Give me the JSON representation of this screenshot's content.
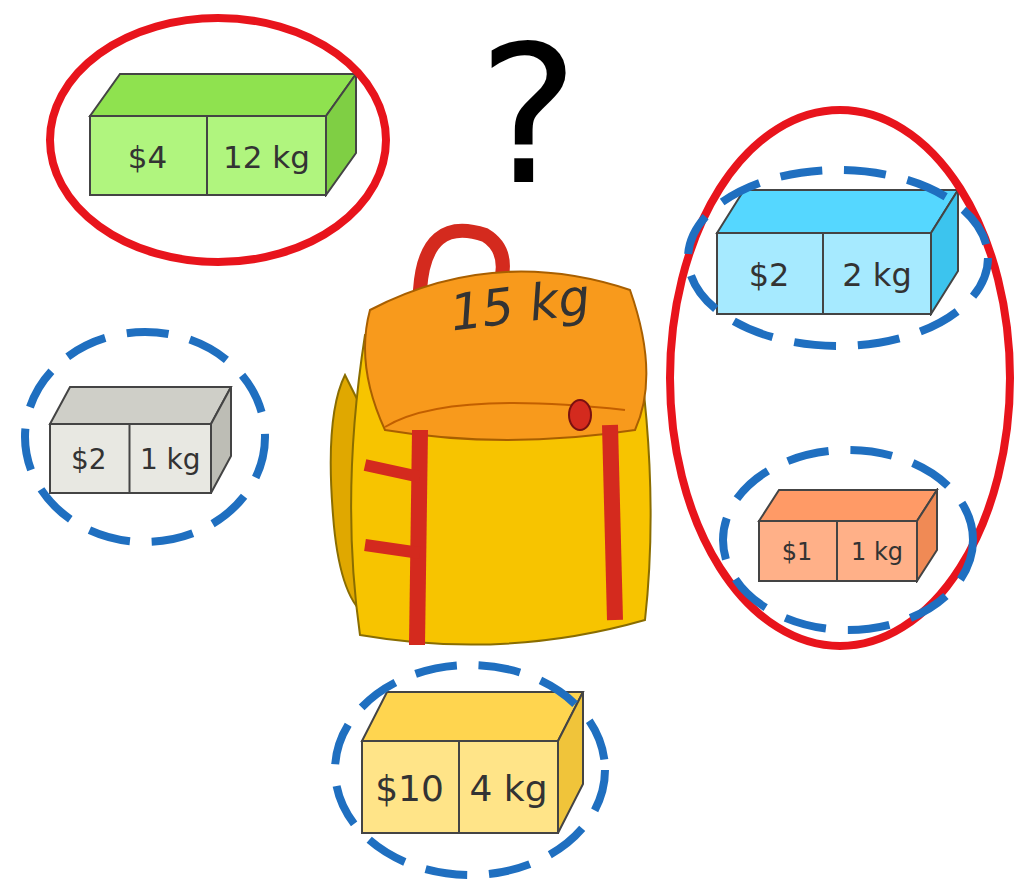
{
  "diagram": {
    "nodes": [
      {
        "text": [
          "$4",
          "12 kg"
        ]
      },
      {
        "text": [
          "$2",
          "2 kg"
        ]
      },
      {
        "text": [
          "15 kg"
        ]
      },
      {
        "text": [
          "$2",
          "1 kg"
        ]
      },
      {
        "text": [
          "$1",
          "1 kg"
        ]
      },
      {
        "text": [
          "$10",
          "4 kg"
        ]
      }
    ],
    "labels": [
      "?"
    ]
  }
}
